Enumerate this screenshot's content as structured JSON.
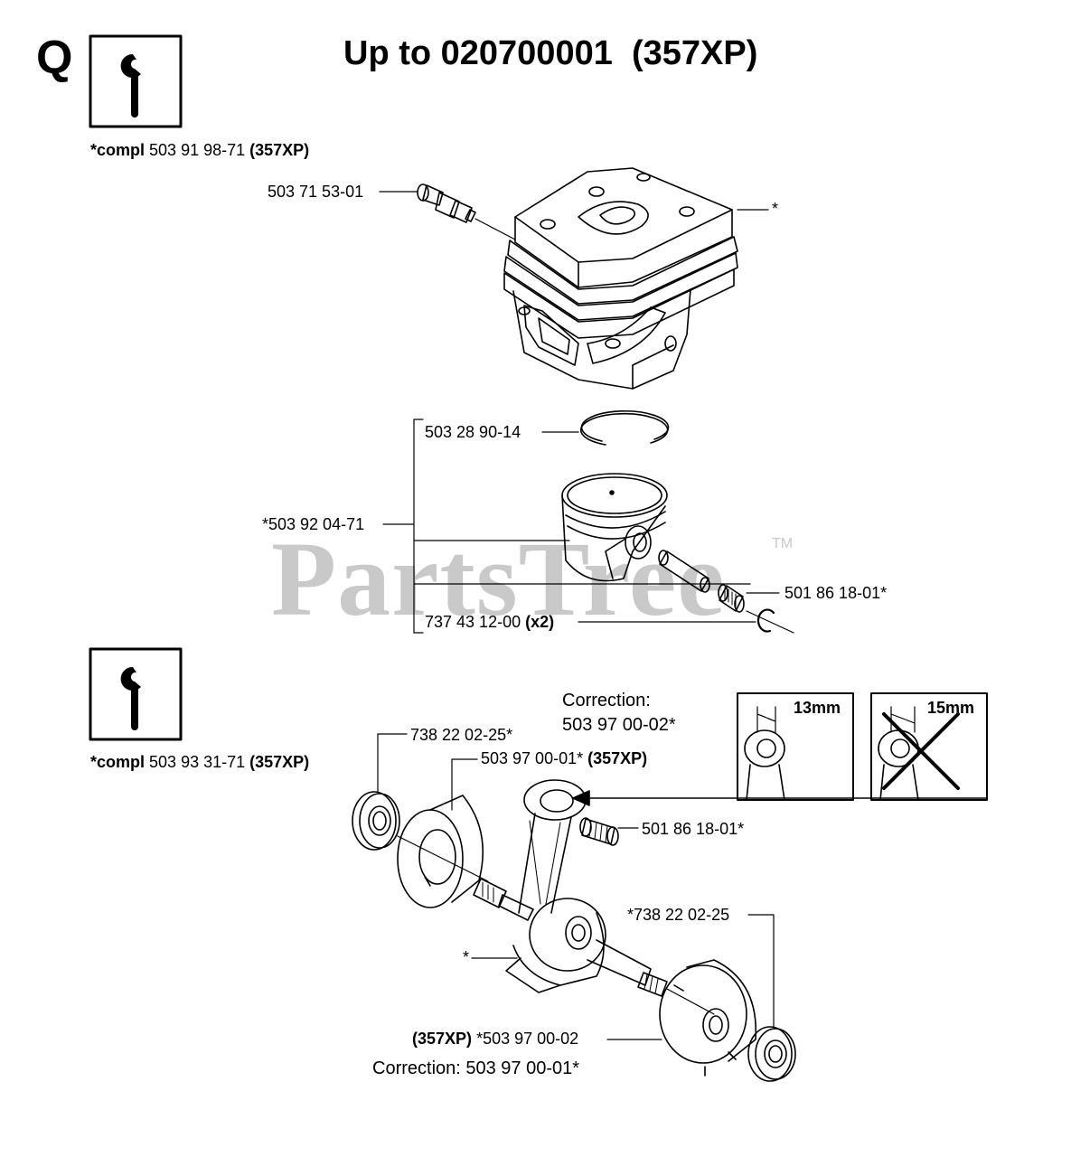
{
  "section": {
    "letter": "Q",
    "title": "Up to 020700001  (357XP)"
  },
  "watermark": {
    "text": "PartsTree",
    "tm": "TM"
  },
  "groups": {
    "cylinder_compl": {
      "prefix": "*compl",
      "number": "503 91 98-71",
      "model": "(357XP)"
    },
    "crank_compl": {
      "prefix": "*compl",
      "number": "503 93 31-71",
      "model": "(357XP)"
    }
  },
  "labels": {
    "decomp_valve": "503 71 53-01",
    "cylinder_star": "*",
    "piston_ring": "503 28 90-14",
    "piston_kit": "*503 92 04-71",
    "needle_bearing_top": "501 86 18-01*",
    "circlip_number": "737 43 12-00",
    "circlip_qty": "(x2)",
    "correction_top_line1": "Correction:",
    "correction_top_line2": "503 97 00-02*",
    "bearing_left": "738 22 02-25*",
    "crank_half_number": "503 97 00-01*",
    "crank_half_model": "(357XP)",
    "needle_bearing_crank": "501 86 18-01*",
    "bearing_right": "*738 22 02-25",
    "crank_star": "*",
    "crank_half_lower_model": "(357XP)",
    "crank_half_lower_number": "*503 97 00-02",
    "correction_bottom": "Correction: 503 97 00-01*",
    "dim_ok": "13mm",
    "dim_wrong": "15mm"
  },
  "icons": [
    "service-tool-icon",
    "service-tool-icon",
    "cross-mark-icon",
    "arrow-left-icon"
  ],
  "colors": {
    "ink": "#000000",
    "watermark": "#c9c9c9",
    "paper": "#ffffff"
  }
}
